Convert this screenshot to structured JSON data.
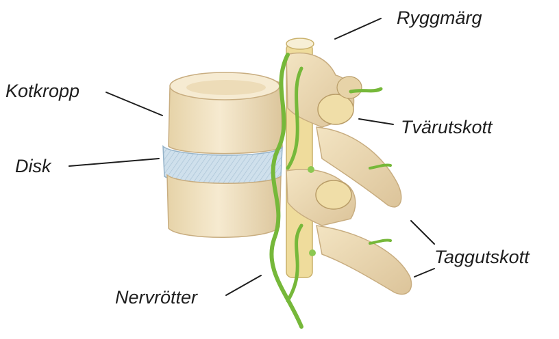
{
  "labels": {
    "ryggmarg": "Ryggmärg",
    "kotkropp": "Kotkropp",
    "tvarutskott": "Tvärutskott",
    "disk": "Disk",
    "taggutskott": "Taggutskott",
    "nervrotter": "Nervrötter"
  },
  "colors": {
    "bone": "#f1e3bf",
    "bone_shadow": "#d9c39a",
    "disk": "#c9dbe8",
    "nerve": "#76b83a",
    "leader_line": "#1e1e1e"
  }
}
